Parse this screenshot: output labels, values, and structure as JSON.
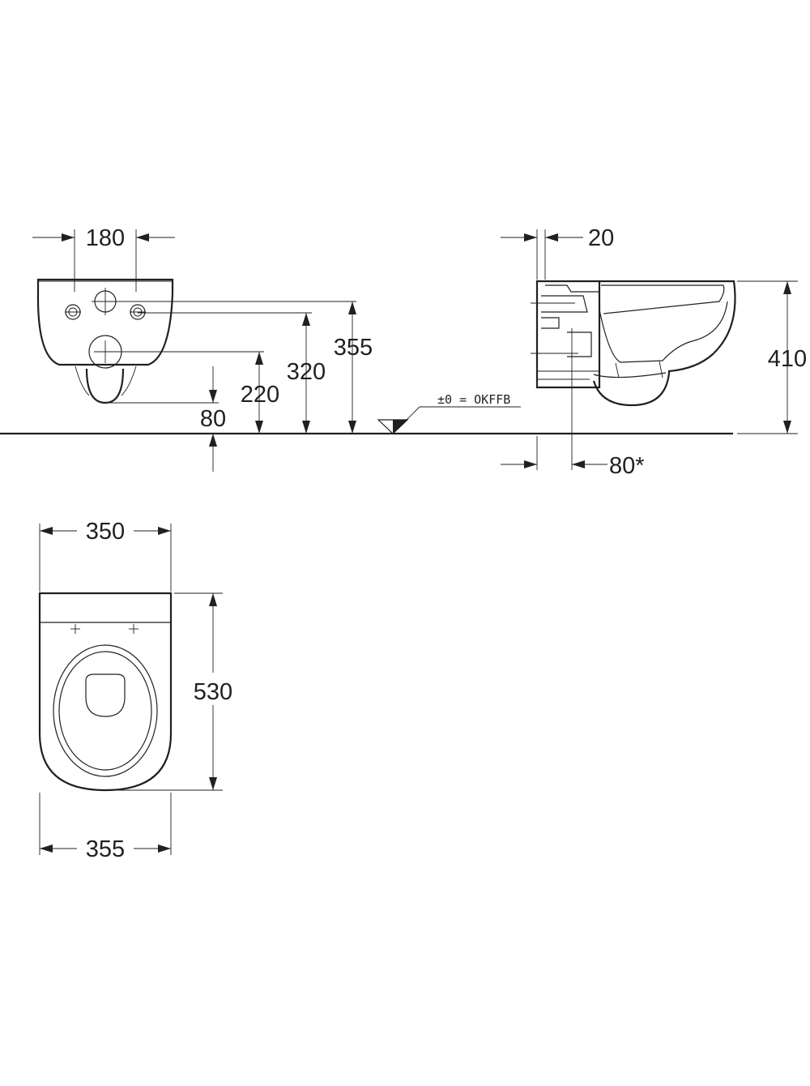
{
  "front_view": {
    "dims": {
      "fixing_spacing": "180",
      "total_height_355": "355",
      "height_320": "320",
      "height_220": "220",
      "height_80": "80"
    }
  },
  "floor": {
    "label": "±0 = OKFFB"
  },
  "side_view": {
    "dims": {
      "wall_offset": "20",
      "height_410": "410",
      "outlet_offset": "80*"
    }
  },
  "top_view": {
    "dims": {
      "width_350": "350",
      "depth_530": "530",
      "width_355": "355"
    }
  }
}
